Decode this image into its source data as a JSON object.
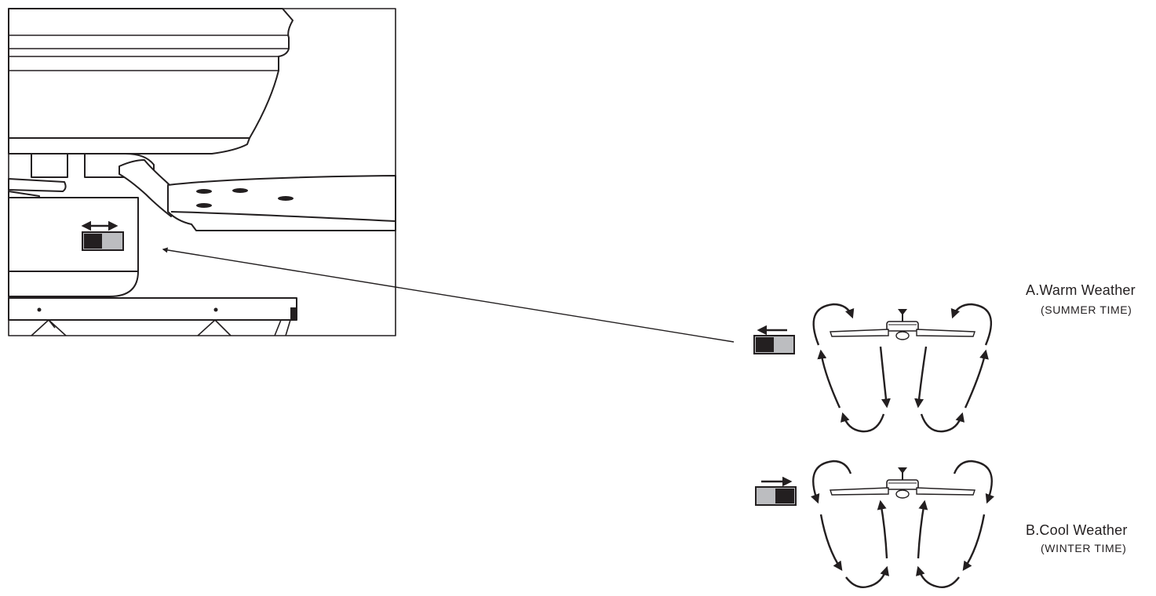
{
  "modes": [
    {
      "id": "warm",
      "title": "A.Warm Weather",
      "subtitle": "(SUMMER TIME)",
      "switch_position": "left"
    },
    {
      "id": "cool",
      "title": "B.Cool Weather",
      "subtitle": "(WINTER TIME)",
      "switch_position": "right"
    }
  ],
  "colors": {
    "ink": "#231f20",
    "switch_dark": "#231f20",
    "switch_light": "#bcbdc0"
  },
  "icons": [
    "reverse-switch-icon",
    "double-arrow-icon",
    "left-arrow-icon",
    "right-arrow-icon",
    "ceiling-fan-icon",
    "airflow-arrow-icon"
  ]
}
